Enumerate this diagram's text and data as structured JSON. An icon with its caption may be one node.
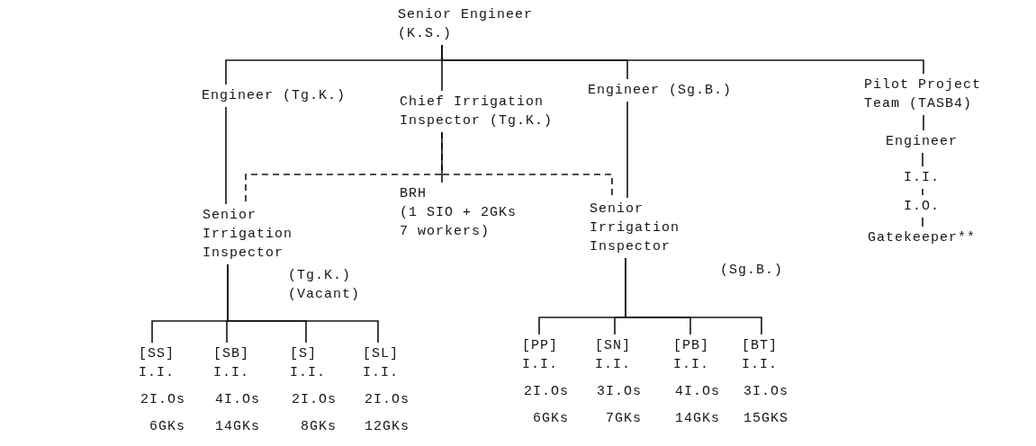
{
  "diagram": {
    "nodes": [
      {
        "text": [
          "Senior Engineer (K.S.)"
        ]
      },
      {
        "text": [
          "Engineer (Tg.K.)"
        ]
      },
      {
        "text": [
          "Chief Irrigation Inspector (Tg.K.)"
        ]
      },
      {
        "text": [
          "Engineer (Sg.B.)"
        ]
      },
      {
        "text": [
          "Pilot Project Team (TASB4)"
        ]
      },
      {
        "text": [
          "Engineer"
        ]
      },
      {
        "text": [
          "I.I."
        ]
      },
      {
        "text": [
          "I.O."
        ]
      },
      {
        "text": [
          "Gatekeeper**"
        ]
      },
      {
        "text": [
          "BRH",
          "(1 SIO + 2GKs 7 workers)"
        ]
      },
      {
        "text": [
          "Senior Irrigation Inspector"
        ],
        "beside": [
          "(Tg.K.) (Vacant)"
        ]
      },
      {
        "text": [
          "Senior Irrigation Inspector"
        ],
        "beside": [
          "(Sg.B.)"
        ]
      },
      {
        "text": [
          "[SS] I.I.",
          "2I.Os",
          "6GKs"
        ]
      },
      {
        "text": [
          "[SB] I.I.",
          "4I.Os",
          "14GKs"
        ]
      },
      {
        "text": [
          "[S] I.I.",
          "2I.Os",
          "8GKs"
        ]
      },
      {
        "text": [
          "[SL] I.I.",
          "2I.Os",
          "12GKs"
        ]
      },
      {
        "text": [
          "[PP] I.I.",
          "2I.Os",
          "6GKs"
        ]
      },
      {
        "text": [
          "[SN] I.I.",
          "3I.Os",
          "7GKs"
        ]
      },
      {
        "text": [
          "[PB] I.I.",
          "4I.Os",
          "14GKs"
        ]
      },
      {
        "text": [
          "[BT] I.I.",
          "3I.Os",
          "15GKS"
        ]
      }
    ],
    "edges": [
      {
        "from": 0,
        "to": 1,
        "arrow": "none"
      },
      {
        "from": 0,
        "to": 2,
        "arrow": "none"
      },
      {
        "from": 0,
        "to": 3,
        "arrow": "none"
      },
      {
        "from": 0,
        "to": 4,
        "arrow": "none"
      },
      {
        "from": 4,
        "to": 5,
        "arrow": "none"
      },
      {
        "from": 5,
        "to": 6,
        "arrow": "none"
      },
      {
        "from": 6,
        "to": 7,
        "arrow": "none"
      },
      {
        "from": 7,
        "to": 8,
        "arrow": "none"
      },
      {
        "from": 2,
        "to": 9,
        "arrow": "none"
      },
      {
        "from": 2,
        "to": 10,
        "arrow": "none",
        "style": "dashed"
      },
      {
        "from": 2,
        "to": 11,
        "arrow": "none",
        "style": "dashed"
      },
      {
        "from": 1,
        "to": 10,
        "arrow": "none"
      },
      {
        "from": 3,
        "to": 11,
        "arrow": "none"
      },
      {
        "from": 10,
        "to": 12,
        "arrow": "none"
      },
      {
        "from": 10,
        "to": 13,
        "arrow": "none"
      },
      {
        "from": 10,
        "to": 14,
        "arrow": "none"
      },
      {
        "from": 10,
        "to": 15,
        "arrow": "none"
      },
      {
        "from": 11,
        "to": 16,
        "arrow": "none"
      },
      {
        "from": 11,
        "to": 17,
        "arrow": "none"
      },
      {
        "from": 11,
        "to": 18,
        "arrow": "none"
      },
      {
        "from": 11,
        "to": 19,
        "arrow": "none"
      }
    ]
  }
}
